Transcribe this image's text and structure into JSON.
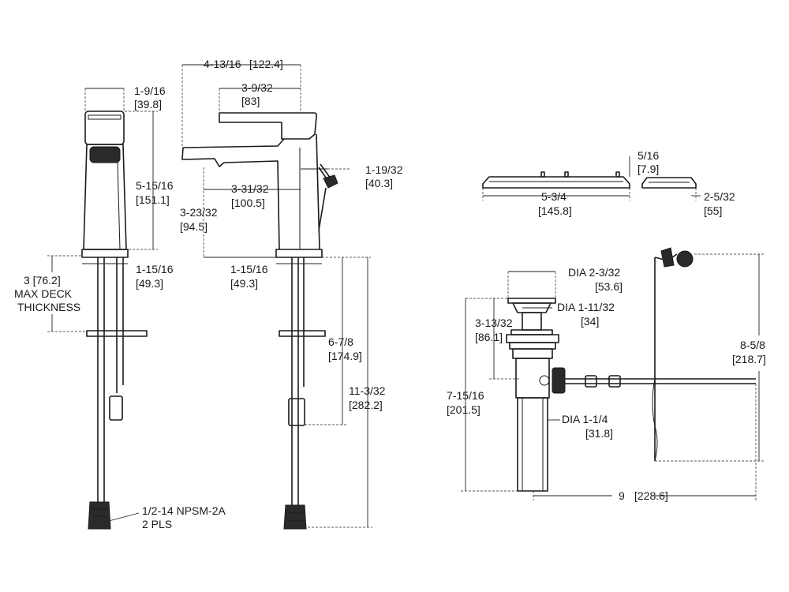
{
  "colors": {
    "line": "#1a1a1a",
    "background": "#ffffff"
  },
  "dimensions": {
    "side_top_width": "1-9/16",
    "side_top_width_mm": "[39.8]",
    "side_height": "5-15/16",
    "side_height_mm": "[151.1]",
    "side_base": "1-15/16",
    "side_base_mm": "[49.3]",
    "deck": "3 [76.2]",
    "deck_line2": "MAX DECK",
    "deck_line3": "THICKNESS",
    "connection": "1/2-14 NPSM-2A",
    "connection_qty": "2 PLS",
    "front_overall": "4-13/16",
    "front_overall_mm": "[122.4]",
    "handle_reach": "3-9/32",
    "handle_reach_mm": "[83]",
    "spout_reach": "3-31/32",
    "spout_reach_mm": "[100.5]",
    "spout_height": "3-23/32",
    "spout_height_mm": "[94.5]",
    "lift_rod_reach": "1-19/32",
    "lift_rod_reach_mm": "[40.3]",
    "front_base": "1-15/16",
    "front_base_mm": "[49.3]",
    "shank": "6-7/8",
    "shank_mm": "[174.9]",
    "below_deck": "11-3/32",
    "below_deck_mm": "[282.2]",
    "plate_width": "5-3/4",
    "plate_width_mm": "[145.8]",
    "plate_height": "5/16",
    "plate_height_mm": "[7.9]",
    "plate_depth": "2-5/32",
    "plate_depth_mm": "[55]",
    "drain_flange_dia": "DIA 2-3/32",
    "drain_flange_dia_mm": "[53.6]",
    "drain_stopper_dia": "DIA 1-11/32",
    "drain_stopper_dia_mm": "[34]",
    "drain_upper": "3-13/32",
    "drain_upper_mm": "[86.1]",
    "drain_total": "7-15/16",
    "drain_total_mm": "[201.5]",
    "tailpiece_dia": "DIA 1-1/4",
    "tailpiece_dia_mm": "[31.8]",
    "rod_height": "8-5/8",
    "rod_height_mm": "[218.7]",
    "rod_length": "9",
    "rod_length_mm": "[228.6]"
  }
}
